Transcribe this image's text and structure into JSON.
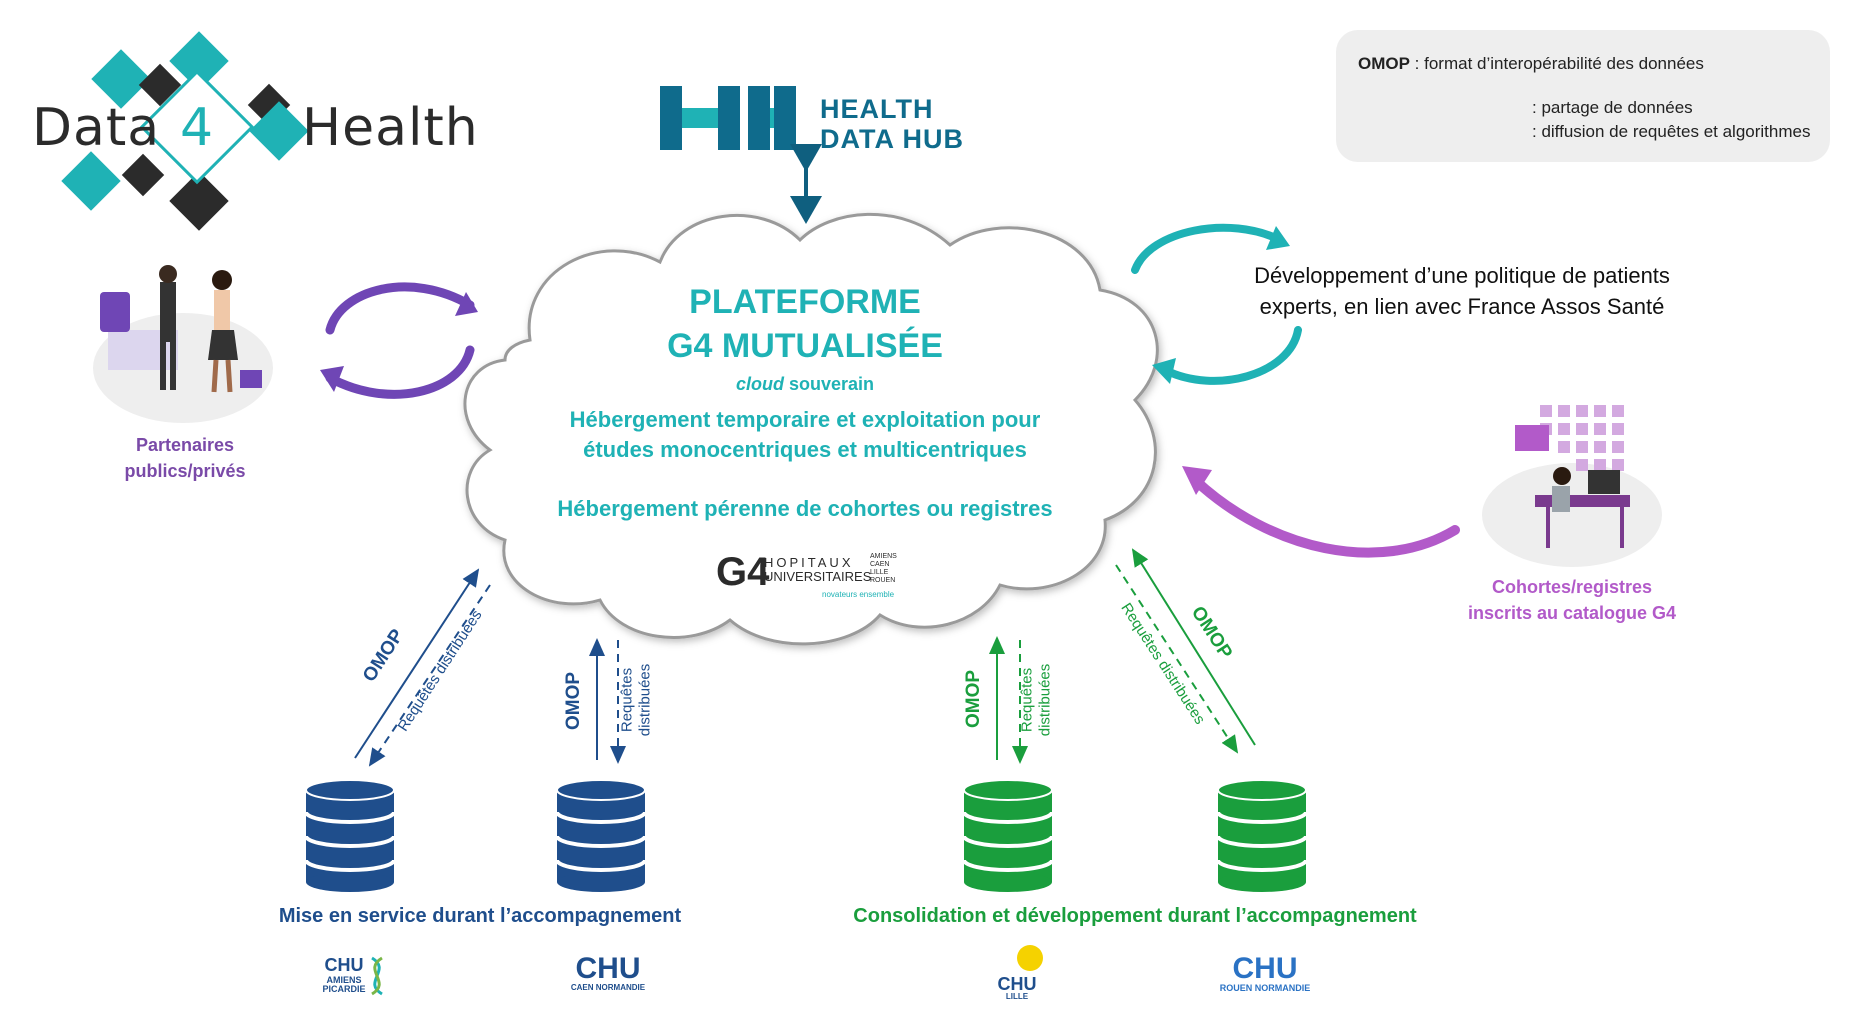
{
  "legend": {
    "omop_key": "OMOP",
    "omop_desc": " : format d’interopérabilité des données",
    "solid_desc": ": partage de données",
    "dashed_desc": ": diffusion de requêtes et algorithmes"
  },
  "logos": {
    "data4health_left": "Data",
    "data4health_num": "4",
    "data4health_right": "Health",
    "hdh_line1": "HEALTH",
    "hdh_line2": "DATA HUB",
    "g4_main": "G4",
    "g4_line1": "HOPITAUX",
    "g4_line2": "UNIVERSITAIRES",
    "g4_cities": "AMIENS CAEN LILLE ROUEN",
    "g4_tagline": "novateurs ensemble"
  },
  "cloud": {
    "title_line1": "PLATEFORME",
    "title_line2": "G4 MUTUALISÉE",
    "cloud_word": "cloud",
    "souverain": " souverain",
    "hosting_temp_line1": "Hébergement temporaire et exploitation pour",
    "hosting_temp_line2": "études monocentriques et multicentriques",
    "hosting_perenne": "Hébergement pérenne de cohortes ou registres"
  },
  "right_text": {
    "line1": "Développement d’une politique de patients",
    "line2": "experts, en lien avec France Assos Santé"
  },
  "partners": {
    "line1": "Partenaires",
    "line2": "publics/privés"
  },
  "cohorts": {
    "line1": "Cohortes/registres",
    "line2": "inscrits au catalogue G4"
  },
  "arrows": {
    "omop": "OMOP",
    "req_line": "Requêtes distribuées",
    "req_line1": "Requêtes",
    "req_line2": "distribuées"
  },
  "groups": {
    "blue_title": "Mise en service durant l’accompagnement",
    "green_title": "Consolidation et développement durant l’accompagnement"
  },
  "chu": {
    "amiens": {
      "main": "CHU",
      "sub1": "AMIENS",
      "sub2": "PICARDIE"
    },
    "caen": {
      "main": "CHU",
      "sub": "CAEN NORMANDIE"
    },
    "lille": {
      "main": "CHU",
      "sub": "LILLE"
    },
    "rouen": {
      "main": "CHU",
      "sub": "ROUEN NORMANDIE"
    }
  },
  "colors": {
    "teal": "#1fb2b5",
    "blue": "#1f4e8c",
    "green": "#1a9e3d",
    "purple": "#6f46b5",
    "pink": "#b25ac9",
    "dark": "#2b2b2b"
  }
}
